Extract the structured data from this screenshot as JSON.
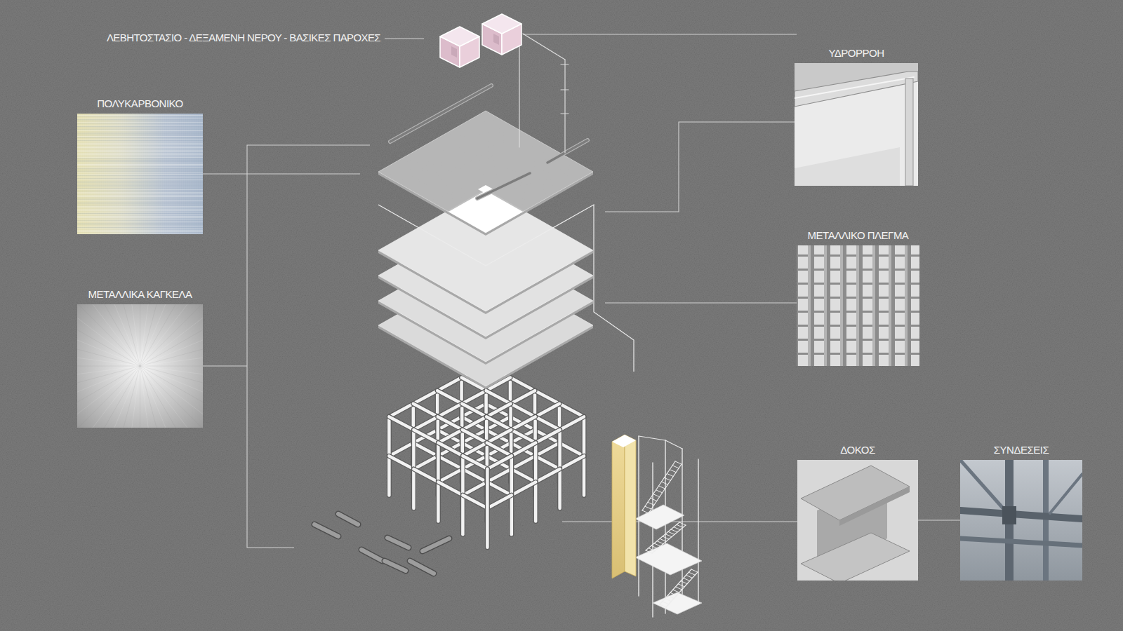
{
  "diagram": {
    "nodes": [
      {
        "text": [
          "ΥΔΡΟΡΡΟΗ"
        ]
      },
      {
        "text": [
          "ΠΟΛΥΚΑΡΒΟΝΙΚΟ"
        ]
      },
      {
        "text": [
          "ΜΕΤΑΛΛΙΚΟ ΠΛΕΓΜΑ"
        ]
      },
      {
        "text": [
          "ΜΕΤΑΛΛΙΚΑ ΚΑΓΚΕΛΑ"
        ]
      },
      {
        "text": [
          "ΔΟΚΟΣ"
        ]
      },
      {
        "text": [
          "ΣΥΝΔΕΣΕΙΣ"
        ]
      }
    ],
    "edges": [
      {
        "from": 4,
        "to": 5,
        "arrow": "none"
      }
    ],
    "labels": [
      "ΛΕΒΗΤΟΣΤΑΣΙΟ - ΔΕΞΑΜΕΝΗ ΝΕΡΟΥ - ΒΑΣΙΚΕΣ ΠΑΡΟΧΕΣ"
    ]
  }
}
